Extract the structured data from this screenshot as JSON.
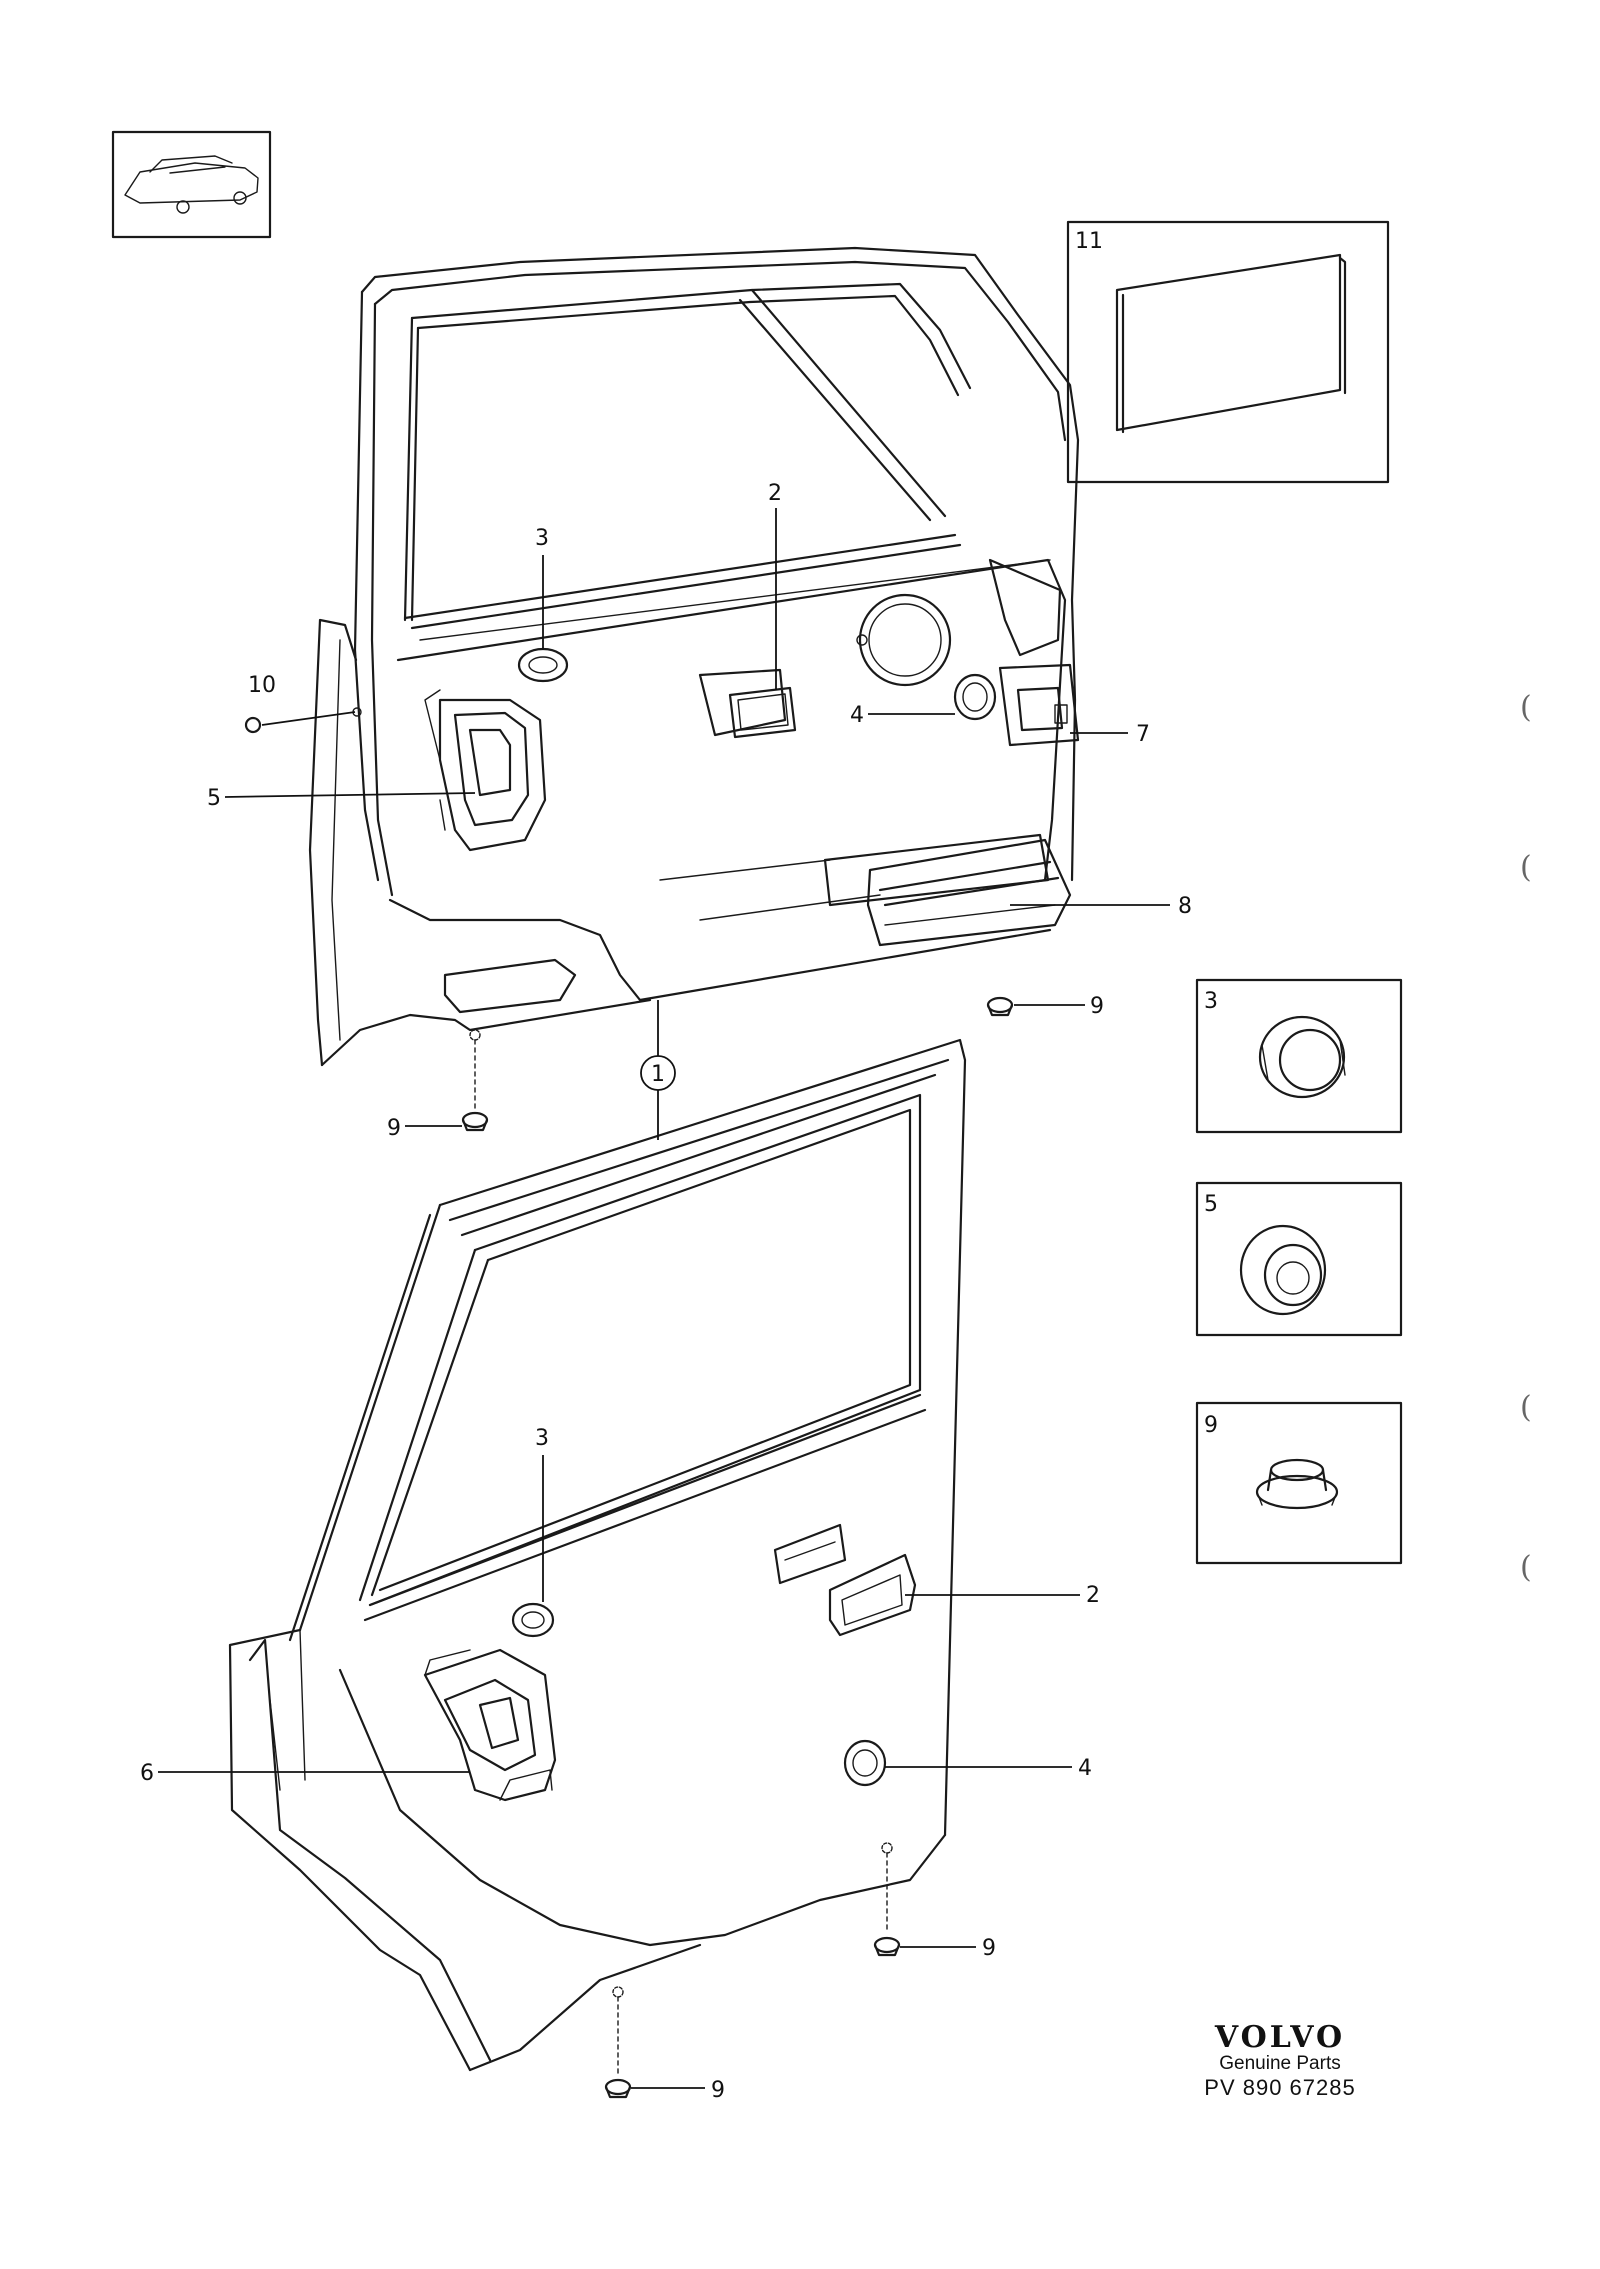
{
  "callouts": {
    "n1": "1",
    "n2_top": "2",
    "n3_top": "3",
    "n4_top": "4",
    "n5": "5",
    "n7": "7",
    "n8": "8",
    "n9_a": "9",
    "n9_b": "9",
    "n10": "10",
    "n3_bot": "3",
    "n2_bot": "2",
    "n6": "6",
    "n4_bot": "4",
    "n9_c": "9",
    "n9_d": "9"
  },
  "detail_boxes": {
    "panel_11": "11",
    "box_3": "3",
    "box_5": "5",
    "box_9": "9"
  },
  "brand": {
    "logo": "VOLVO",
    "subtitle": "Genuine Parts",
    "code": "PV 890 67285"
  },
  "icons": [
    "car-thumbnail-icon"
  ]
}
